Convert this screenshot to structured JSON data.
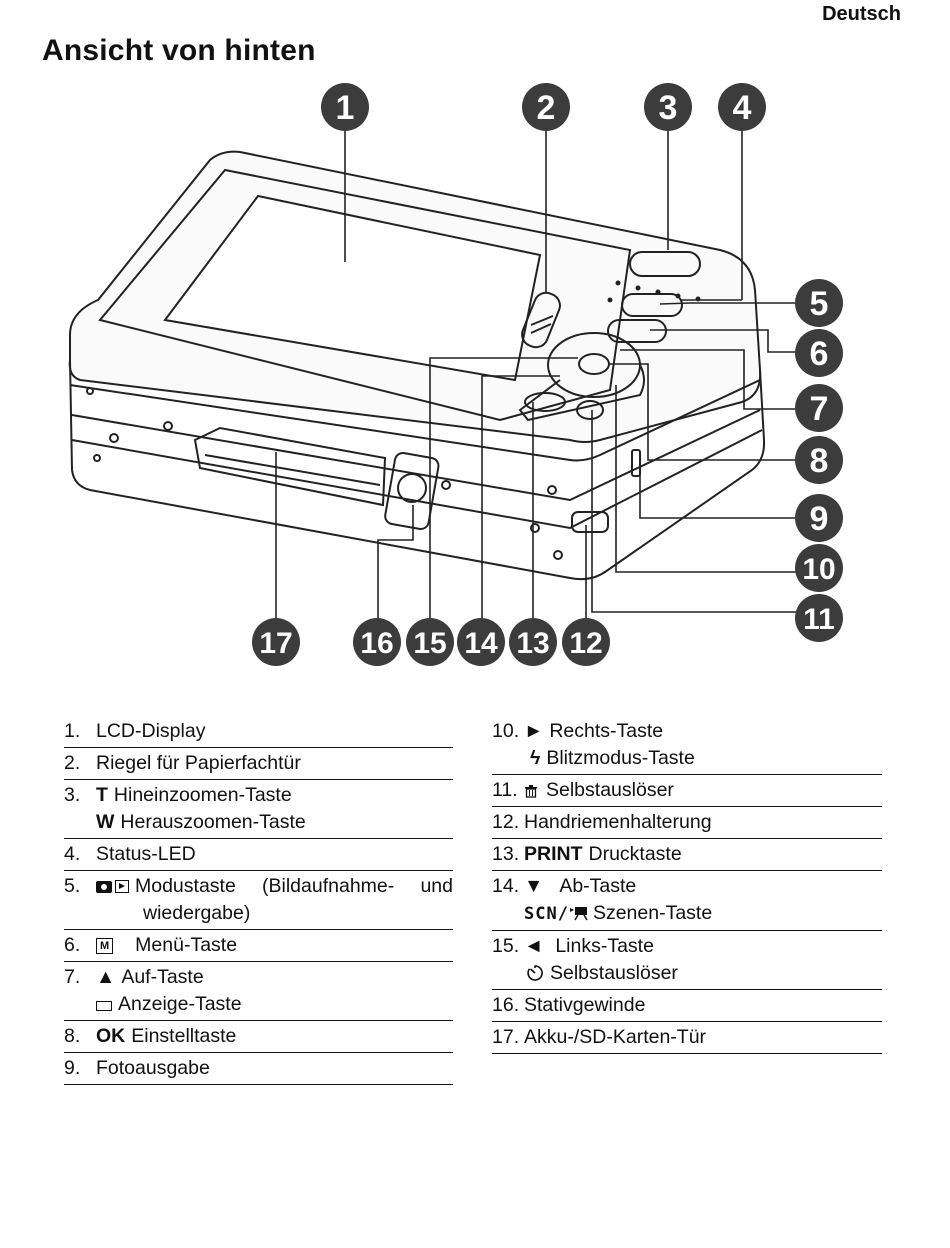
{
  "header": {
    "language": "Deutsch"
  },
  "page_title": "Ansicht von hinten",
  "callouts": [
    "1",
    "2",
    "3",
    "4",
    "5",
    "6",
    "7",
    "8",
    "9",
    "10",
    "11",
    "12",
    "13",
    "14",
    "15",
    "16",
    "17"
  ],
  "icons": {
    "mode": "camera-playback-icon",
    "menu": "menu-m-icon",
    "display": "display-icon",
    "flash": "flash-icon",
    "delete": "trash-icon",
    "scene": "scene-movie-icon",
    "timer": "self-timer-icon"
  },
  "legend_left": [
    {
      "num": "1.",
      "text": "LCD-Display"
    },
    {
      "num": "2.",
      "text": "Riegel für Papierfachtür"
    },
    {
      "num": "3.",
      "key1": "T",
      "text1": "Hineinzoomen-Taste",
      "key2": "W",
      "text2": "Herauszoomen-Taste"
    },
    {
      "num": "4.",
      "text": "Status-LED"
    },
    {
      "num": "5.",
      "text_a1": "Modustaste",
      "text_a2": "(Bildaufnahme-",
      "text_a3": "und",
      "text_b": "wiedergabe)"
    },
    {
      "num": "6.",
      "menu_glyph": "M",
      "text": "Menü-Taste"
    },
    {
      "num": "7.",
      "arrow": "▲",
      "text1": "Auf-Taste",
      "text2": "Anzeige-Taste"
    },
    {
      "num": "8.",
      "key": "OK",
      "text": "Einstelltaste"
    },
    {
      "num": "9.",
      "text": "Fotoausgabe"
    }
  ],
  "legend_right": [
    {
      "num": "10.",
      "arrow": "►",
      "text1": "Rechts-Taste",
      "flash": "ϟ",
      "text2": "Blitzmodus-Taste"
    },
    {
      "num": "11.",
      "text": "Selbstauslöser"
    },
    {
      "num": "12.",
      "text": "Handriemenhalterung"
    },
    {
      "num": "13.",
      "key": "PRINT",
      "text": "Drucktaste"
    },
    {
      "num": "14.",
      "arrow": "▼",
      "text1": "Ab-Taste",
      "scn": "SCN/",
      "text2": "Szenen-Taste"
    },
    {
      "num": "15.",
      "arrow": "◄",
      "text1": "Links-Taste",
      "timer": "⏲",
      "text2": "Selbstauslöser"
    },
    {
      "num": "16.",
      "text": "Stativgewinde"
    },
    {
      "num": "17.",
      "text": "Akku-/SD-Karten-Tür"
    }
  ]
}
